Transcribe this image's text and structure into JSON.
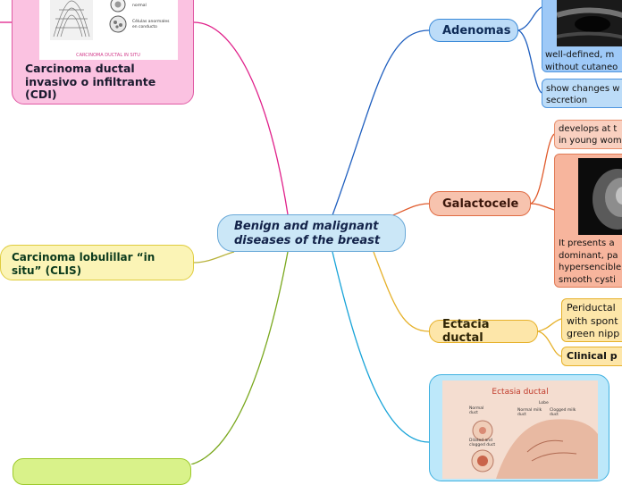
{
  "center": {
    "line1": "Benign and malignant",
    "line2": "diseases of the breast"
  },
  "branches": {
    "adenomas": "Adenomas",
    "galactocele": "Galactocele",
    "ectacia": "Ectacia ductal",
    "lobulillar": "Carcinoma lobulillar “in situ” (CLIS)",
    "cdi": {
      "line1": "Carcinoma ductal",
      "line2": "invasivo o infiltrante",
      "line3": "(CDI)"
    }
  },
  "adenomas_notes": {
    "a_line1": "well-defined, m",
    "a_line2": "without cutaneo",
    "b_line1": "show changes w",
    "b_line2": "secretion"
  },
  "galactocele_notes": {
    "a_line1": "develops at t",
    "a_line2": "in young wom",
    "b_line1": "It presents a",
    "b_line2": "dominant, pa",
    "b_line3": "hypersencible",
    "b_line4": "smooth cysti"
  },
  "ectacia_notes": {
    "a_line1": "Periductal",
    "a_line2": "with spont",
    "a_line3": "green nipp",
    "b": "Clinical p"
  },
  "images": {
    "cdi_caption": "CARCINOMA DUCTAL IN SITU",
    "cdi_label1": "normal",
    "cdi_label2": "Células anormales",
    "cdi_label3": "en conducto",
    "ectasia_title": "Ectasia  ductal",
    "ectasia_l1": "Normal",
    "ectasia_l2": "duct",
    "ectasia_l3": "Dilated and",
    "ectasia_l4": "clogged duct",
    "ectasia_l5": "Normal milk",
    "ectasia_l6": "duct",
    "ectasia_l7": "Lobe",
    "ectasia_l8": "Clogged milk",
    "ectasia_l9": "duct"
  },
  "colors": {
    "blue": "#1f5fbf",
    "orange": "#e05a2b",
    "yellow": "#e6b12a",
    "pink": "#e0208a",
    "cyan": "#17a3d8",
    "olive": "#b8b23a",
    "green": "#7aa81e"
  }
}
